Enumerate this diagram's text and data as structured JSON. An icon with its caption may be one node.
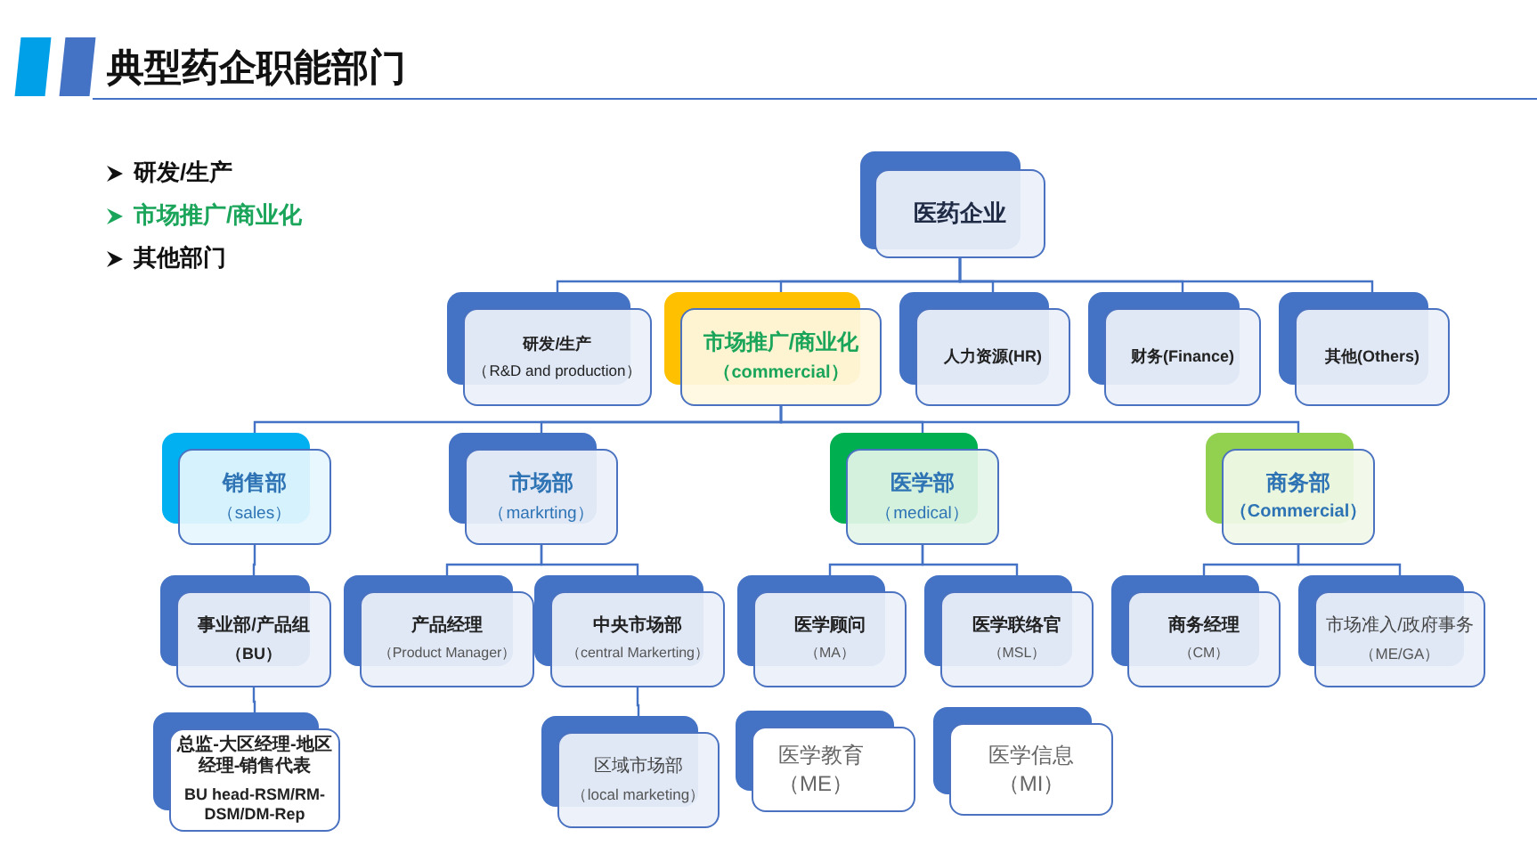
{
  "diagram": {
    "title": "典型药企职能部门",
    "nodes": [
      {
        "text": [
          "医药企业"
        ]
      },
      {
        "text": [
          "研发/生产",
          "（R&D and production）"
        ]
      },
      {
        "text": [
          "市场推广/商业化",
          "（commercial）"
        ]
      },
      {
        "text": [
          "人力资源(HR)"
        ]
      },
      {
        "text": [
          "财务(Finance)"
        ]
      },
      {
        "text": [
          "其他(Others)"
        ]
      },
      {
        "text": [
          "销售部",
          "（sales）"
        ]
      },
      {
        "text": [
          "市场部",
          "（markrting）"
        ]
      },
      {
        "text": [
          "医学部",
          "（medical）"
        ]
      },
      {
        "text": [
          "商务部",
          "（Commercial）"
        ]
      },
      {
        "text": [
          "事业部/产品组",
          "（BU）"
        ]
      },
      {
        "text": [
          "产品经理",
          "（Product Manager）"
        ]
      },
      {
        "text": [
          "中央市场部",
          "（central Markerting）"
        ]
      },
      {
        "text": [
          "医学顾问",
          "（MA）"
        ]
      },
      {
        "text": [
          "医学联络官",
          "（MSL）"
        ]
      },
      {
        "text": [
          "商务经理",
          "（CM）"
        ]
      },
      {
        "text": [
          "市场准入/政府事务",
          "（ME/GA）"
        ]
      },
      {
        "text": [
          "总监-大区经理-地区经理-销售代表",
          "BU head-RSM/RM-DSM/DM-Rep"
        ]
      },
      {
        "text": [
          "区域市场部",
          "（local marketing）"
        ]
      },
      {
        "text": [
          "医学教育",
          "（ME）"
        ]
      },
      {
        "text": [
          "医学信息",
          "（MI）"
        ]
      }
    ],
    "edges": [
      {
        "from": 0,
        "to": 1,
        "arrow": "none"
      },
      {
        "from": 0,
        "to": 2,
        "arrow": "none"
      },
      {
        "from": 0,
        "to": 3,
        "arrow": "none"
      },
      {
        "from": 0,
        "to": 4,
        "arrow": "none"
      },
      {
        "from": 0,
        "to": 5,
        "arrow": "none"
      },
      {
        "from": 2,
        "to": 6,
        "arrow": "none"
      },
      {
        "from": 2,
        "to": 7,
        "arrow": "none"
      },
      {
        "from": 2,
        "to": 8,
        "arrow": "none"
      },
      {
        "from": 2,
        "to": 9,
        "arrow": "none"
      },
      {
        "from": 6,
        "to": 10,
        "arrow": "none"
      },
      {
        "from": 7,
        "to": 11,
        "arrow": "none"
      },
      {
        "from": 7,
        "to": 12,
        "arrow": "none"
      },
      {
        "from": 8,
        "to": 13,
        "arrow": "none"
      },
      {
        "from": 8,
        "to": 14,
        "arrow": "none"
      },
      {
        "from": 9,
        "to": 15,
        "arrow": "none"
      },
      {
        "from": 9,
        "to": 16,
        "arrow": "none"
      },
      {
        "from": 10,
        "to": 17,
        "arrow": "none"
      },
      {
        "from": 12,
        "to": 18,
        "arrow": "none"
      }
    ],
    "labels": [
      "研发/生产",
      "市场推广/商业化",
      "其他部门"
    ]
  }
}
